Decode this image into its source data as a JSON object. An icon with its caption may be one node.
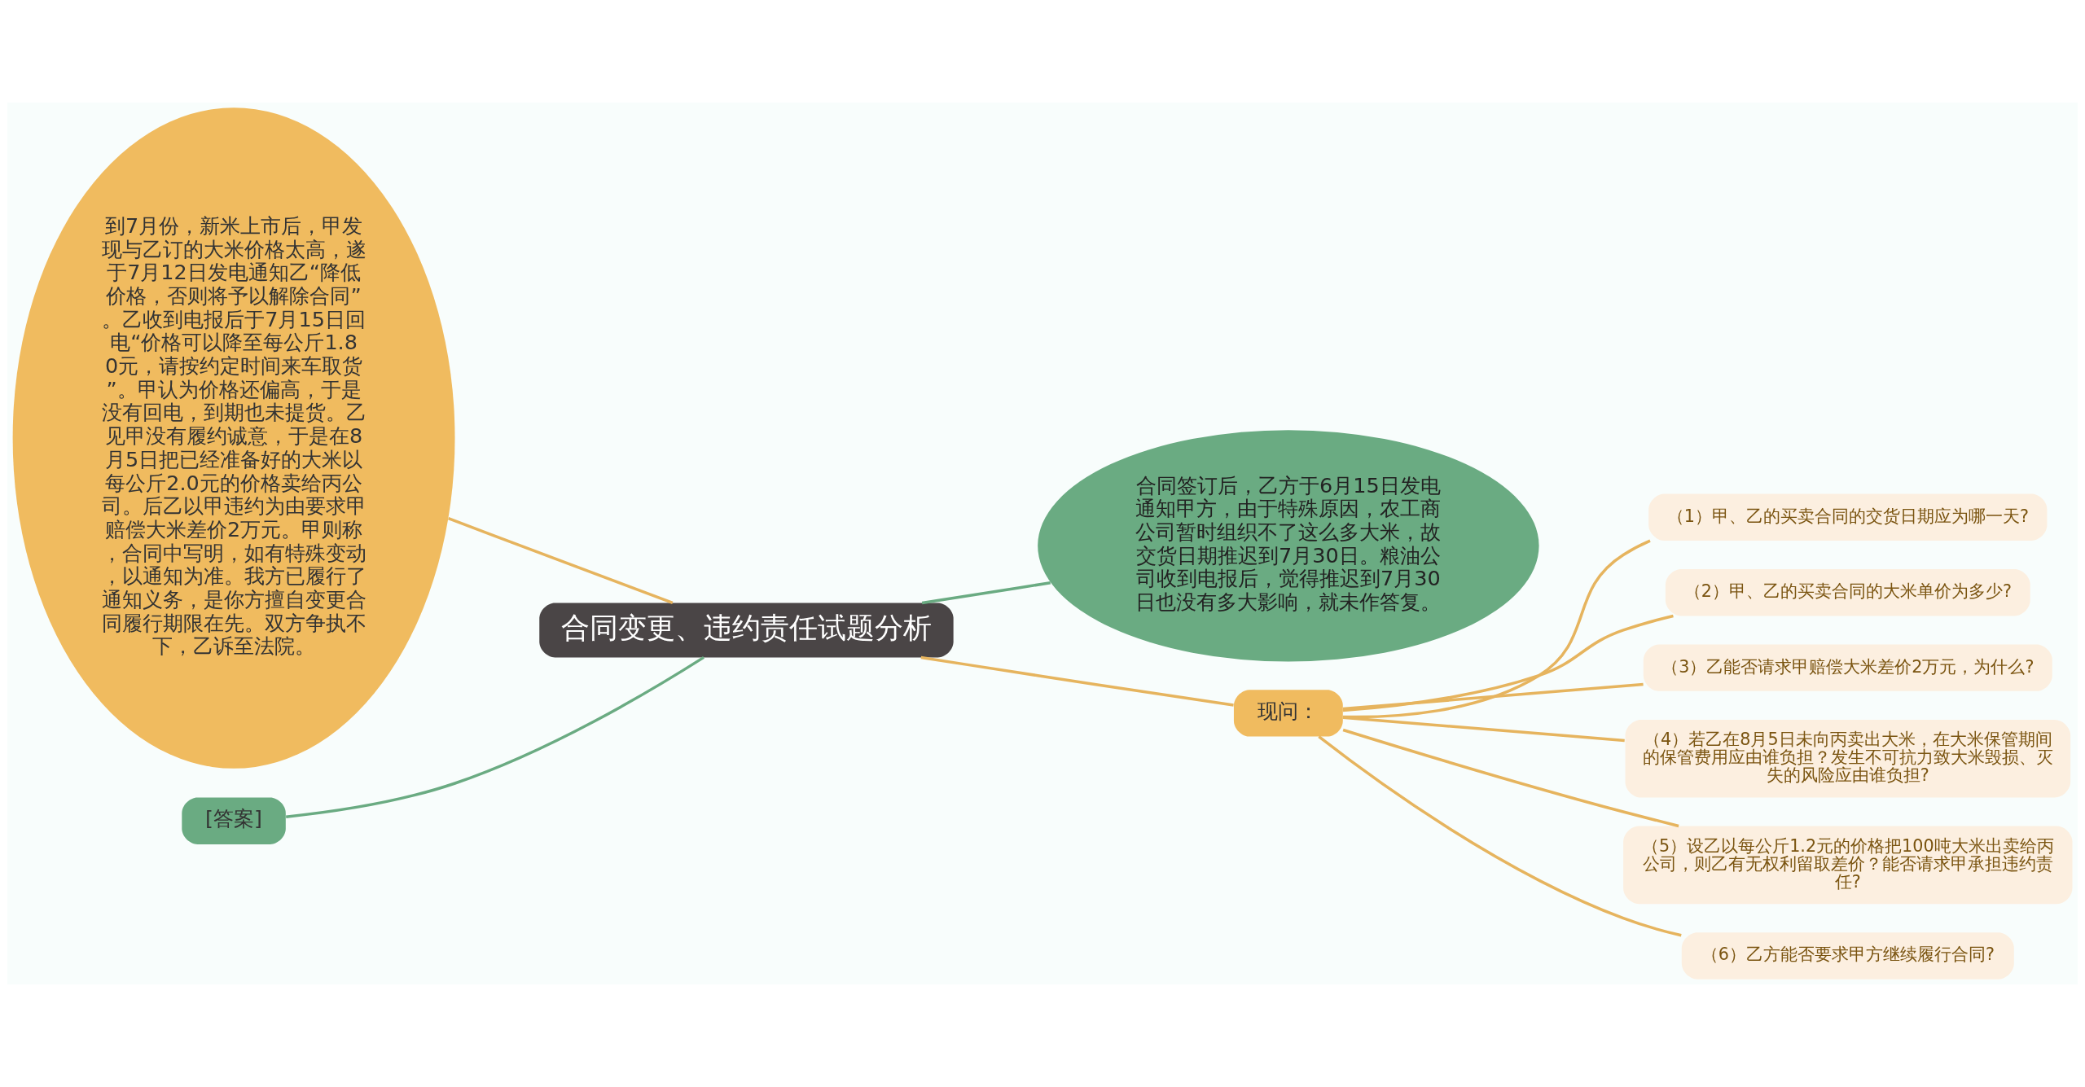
{
  "diagram": {
    "nodes": [
      {
        "text": [
          "合同变更、违约责任试题分析"
        ]
      },
      {
        "text": [
          "到7月份，新米上市后，甲发现与乙订的大米价格太高，遂于7月12日发电通知乙“降低价格，否则将予以解除合同”。乙收到电报后于7月15日回电“价格可以降至每公斤1.80元，请按约定时间来车取货”。甲认为价格还偏高，于是没有回电，到期也未提货。乙见甲没有履约诚意，于是在8月5日把已经准备好的大米以每公斤2.0元的价格卖给丙公司。后乙以甲违约为由要求甲赔偿大米差价2万元。甲则称，合同中写明，如有特殊变动，以通知为准。我方已履行了通知义务，是你方擅自变更合同履行期限在先。双方争执不下，乙诉至法院。"
        ]
      },
      {
        "text": [
          "合同签订后，乙方于6月15日发电通知甲方，由于特殊原因，农工商公司暂时组织不了这么多大米，故交货日期推迟到7月30日。粮油公司收到电报后，觉得推迟到7月30日也没有多大影响，就未作答复。"
        ]
      },
      {
        "text": [
          "[答案]"
        ]
      },
      {
        "text": [
          "现问："
        ]
      },
      {
        "text": [
          "（1）甲、乙的买卖合同的交货日期应为哪一天?"
        ]
      },
      {
        "text": [
          "（2）甲、乙的买卖合同的大米单价为多少?"
        ]
      },
      {
        "text": [
          "（3）乙能否请求甲赔偿大米差价2万元，为什么?"
        ]
      },
      {
        "text": [
          "（4）若乙在8月5日未向丙卖出大米，在大米保管期间的保管费用应由谁负担？发生不可抗力致大米毁损、灭失的风险应由谁负担?"
        ]
      },
      {
        "text": [
          "（5）设乙以每公斤1.2元的价格把100吨大米出卖给丙公司，则乙有无权利留取差价？能否请求甲承担违约责任?"
        ]
      },
      {
        "text": [
          "（6）乙方能否要求甲方继续履行合同?"
        ]
      }
    ],
    "edges": [
      {
        "from": 0,
        "to": 1,
        "arrow": "none"
      },
      {
        "from": 0,
        "to": 2,
        "arrow": "none",
        "color": "#6aab82"
      },
      {
        "from": 0,
        "to": 3,
        "arrow": "none",
        "color": "#6aab82"
      },
      {
        "from": 0,
        "to": 4,
        "arrow": "none"
      },
      {
        "from": 4,
        "to": 5,
        "arrow": "none"
      },
      {
        "from": 4,
        "to": 6,
        "arrow": "none"
      },
      {
        "from": 4,
        "to": 7,
        "arrow": "none"
      },
      {
        "from": 4,
        "to": 8,
        "arrow": "none"
      },
      {
        "from": 4,
        "to": 9,
        "arrow": "none"
      },
      {
        "from": 4,
        "to": 10,
        "arrow": "none"
      }
    ]
  }
}
